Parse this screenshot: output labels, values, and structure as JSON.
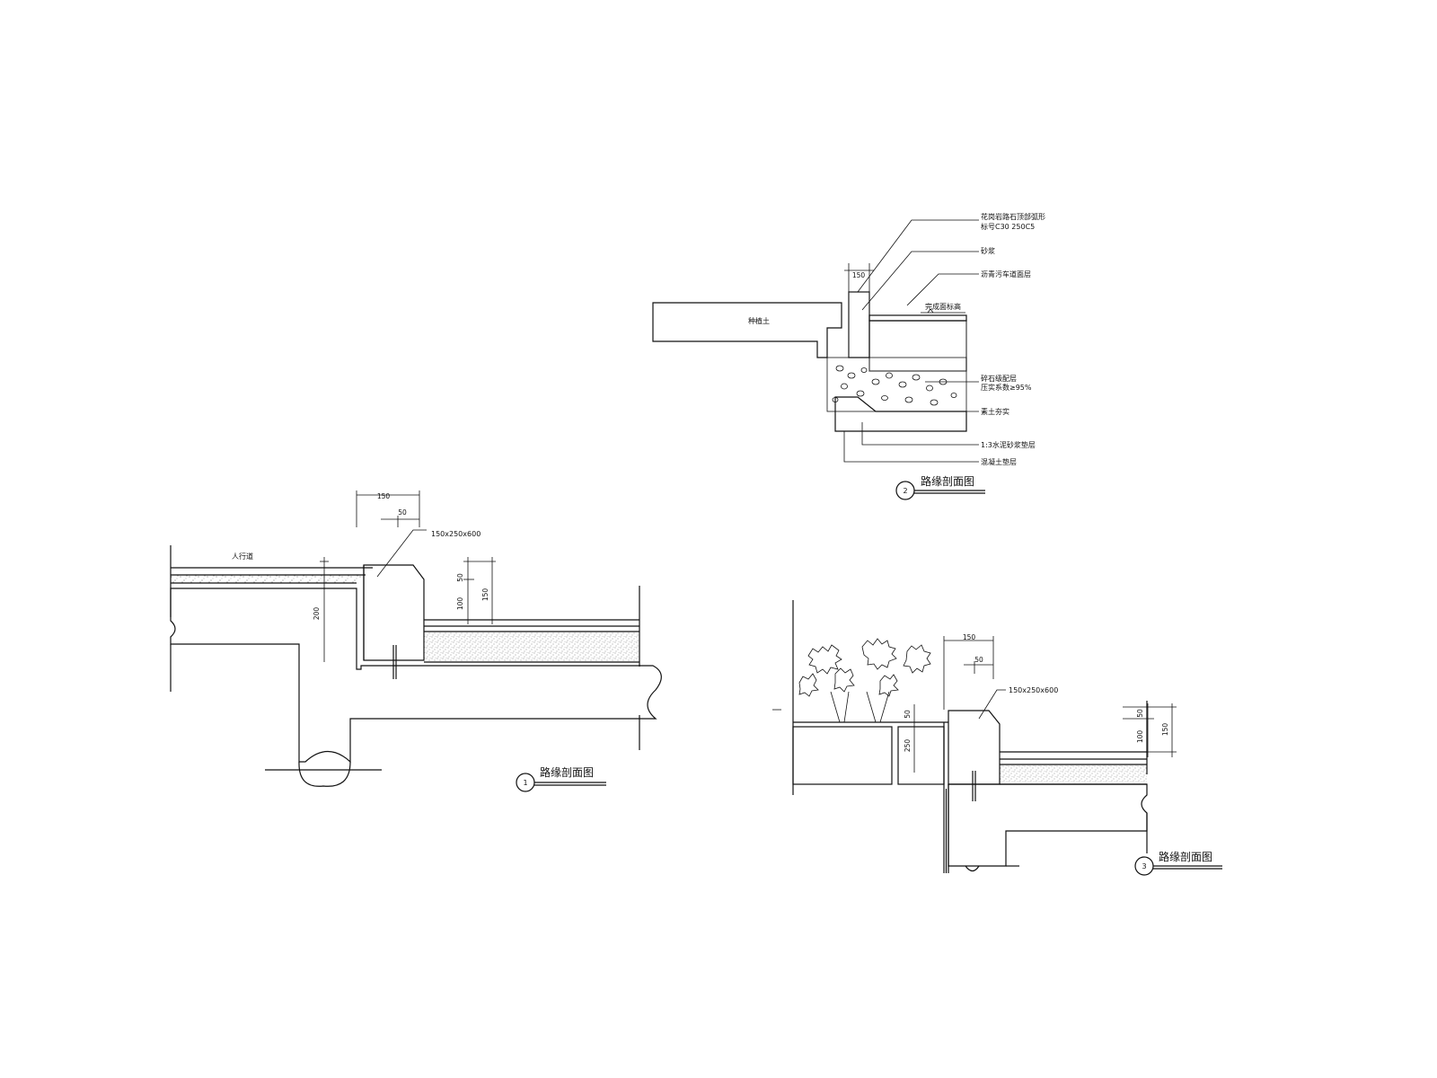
{
  "detail1": {
    "number": "1",
    "title": "路缘剖面图",
    "sidewalk_label": "人行道",
    "curb_spec": "150x250x600",
    "dim_top_150": "150",
    "dim_top_50": "50",
    "dim_right_50": "50",
    "dim_right_100": "100",
    "dim_right_150": "150",
    "dim_left_200": "200"
  },
  "detail2": {
    "number": "2",
    "title": "路缘剖面图",
    "label_soil": "种植土",
    "note_curb_line1": "花岗岩路石顶部弧形",
    "note_curb_line2": "标号C30 250C5",
    "note_mortar": "砂浆",
    "note_asphalt": "沥青污车道面层",
    "note_finish": "完成面标高",
    "note_gravel_line1": "碎石级配层",
    "note_gravel_line2": "压实系数≥95%",
    "note_subgrade": "素土夯实",
    "note_cement_mortar": "1:3水泥砂浆垫层",
    "note_concrete": "混凝土垫层",
    "dim_top": "150"
  },
  "detail3": {
    "number": "3",
    "title": "路缘剖面图",
    "curb_spec": "150x250x600",
    "dim_top_150": "150",
    "dim_top_50": "50",
    "dim_right_50": "50",
    "dim_right_100": "100",
    "dim_right_150": "150",
    "dim_left_50": "50",
    "dim_left_250": "250"
  }
}
